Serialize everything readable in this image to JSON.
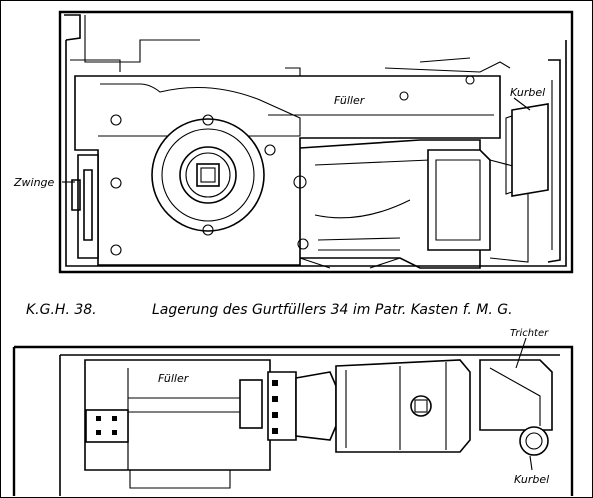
{
  "figure": {
    "caption_id": "K.G.H. 38.",
    "caption_text": "Lagerung des Gurtfüllers 34 im Patr. Kasten f. M. G."
  },
  "top_view": {
    "label_fueller": "Füller",
    "label_kurbel": "Kurbel",
    "label_zwinge": "Zwinge"
  },
  "bottom_view": {
    "label_fueller": "Füller",
    "label_trichter": "Trichter",
    "label_kurbel": "Kurbel"
  }
}
